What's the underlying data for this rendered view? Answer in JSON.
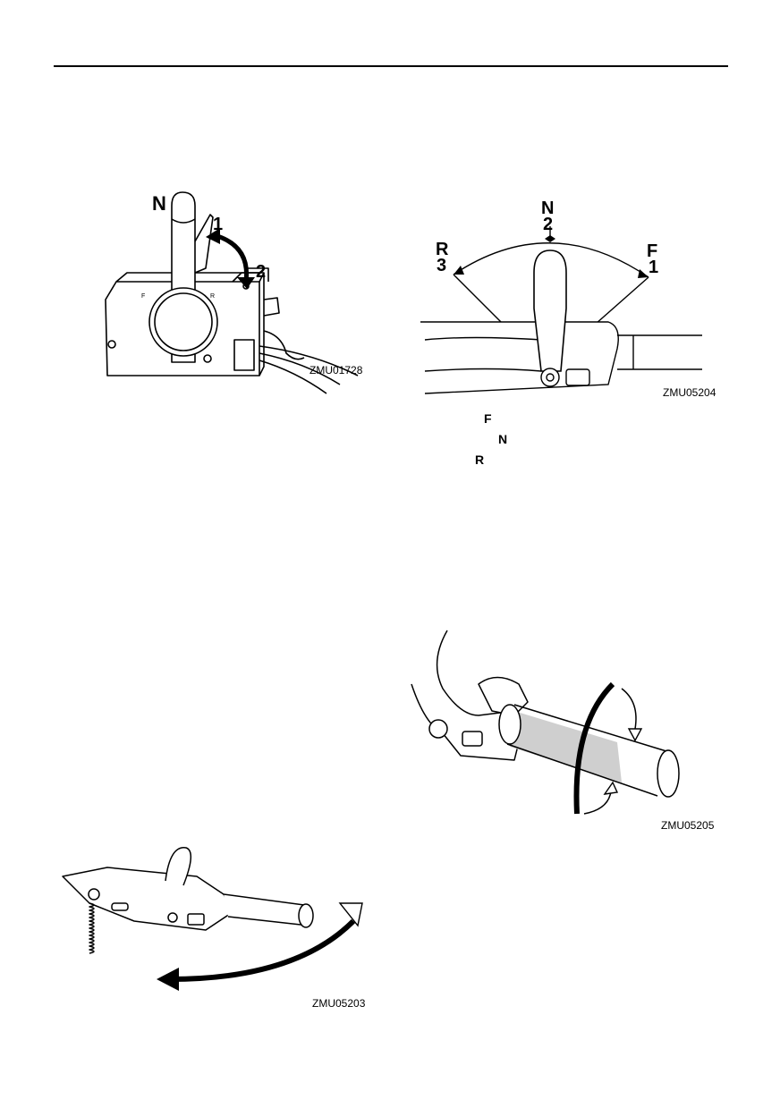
{
  "figures": {
    "remote_control": {
      "code": "ZMU01728",
      "labels": {
        "neutral": "N",
        "step1": "1",
        "step2": "2"
      },
      "box_text": {
        "left": "F",
        "right": "R"
      }
    },
    "shift_lever": {
      "code": "ZMU05204",
      "labels": {
        "neutral_letter": "N",
        "neutral_num": "2",
        "reverse_letter": "R",
        "reverse_num": "3",
        "forward_letter": "F",
        "forward_num": "1"
      }
    },
    "throttle_grip": {
      "code": "ZMU05205"
    },
    "tiller_handle": {
      "code": "ZMU05203"
    }
  },
  "legend": {
    "forward": "F",
    "neutral": "N",
    "reverse": "R"
  }
}
